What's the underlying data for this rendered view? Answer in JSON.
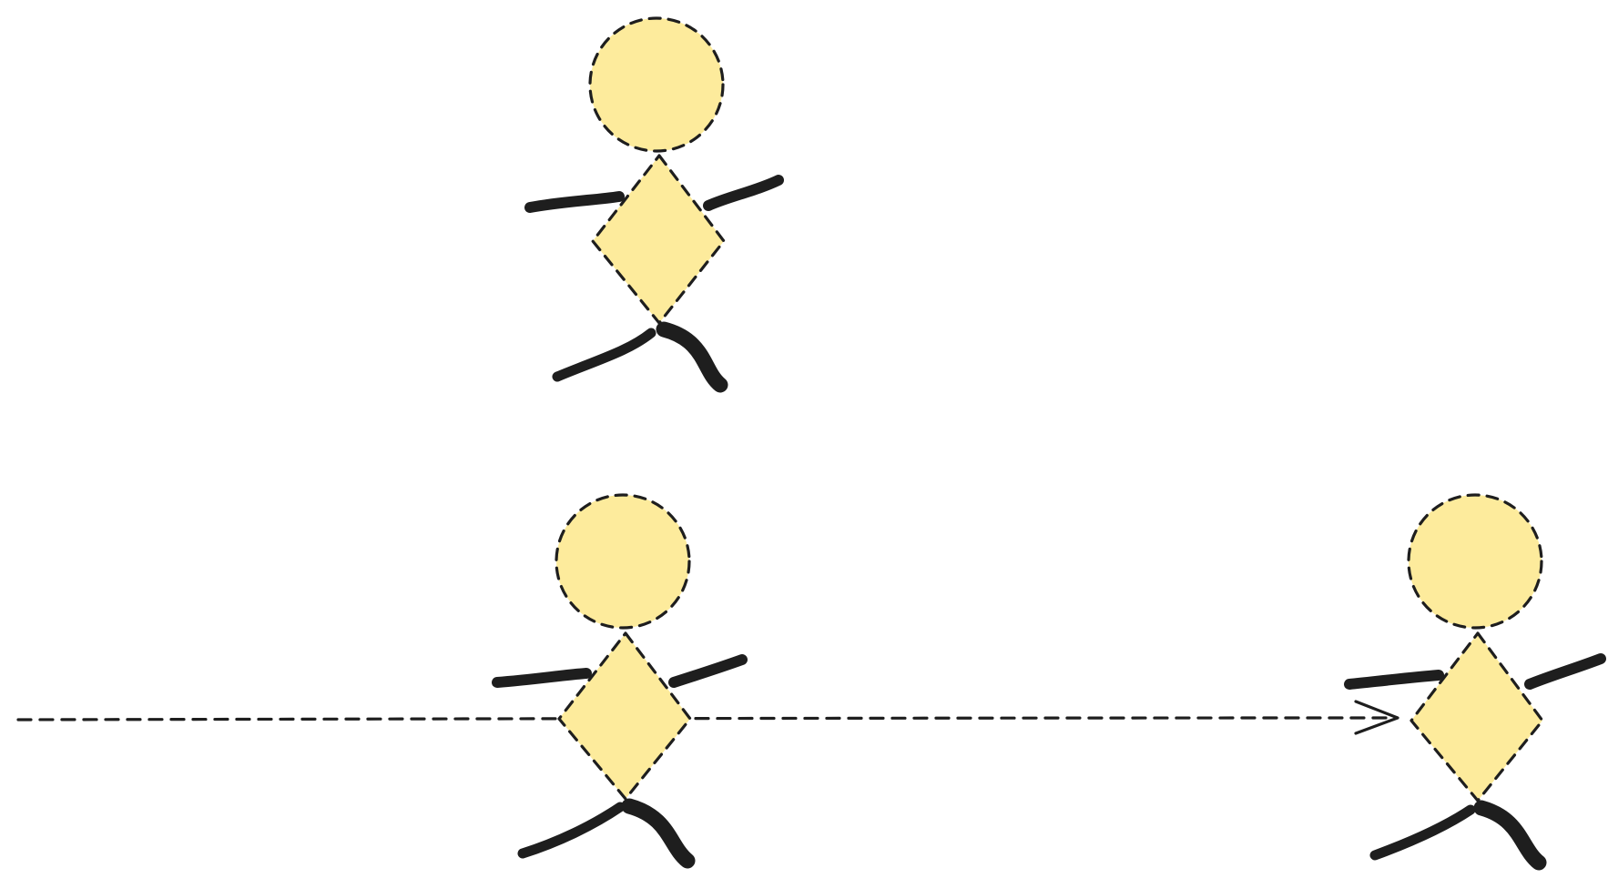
{
  "diagram": {
    "type": "stick-figure-sketch",
    "figure_count": 3,
    "figures": [
      {
        "id": "figure-top",
        "role": "standalone"
      },
      {
        "id": "figure-bottom-left",
        "role": "connector-passes-through"
      },
      {
        "id": "figure-bottom-right",
        "role": "connector-target"
      }
    ],
    "connector": {
      "style": "dashed",
      "arrowhead": "open-chevron",
      "direction": "left-to-right"
    }
  },
  "colors": {
    "figure_fill": "#fdeb9c",
    "outline": "#1e1e1e",
    "background": "#ffffff"
  }
}
